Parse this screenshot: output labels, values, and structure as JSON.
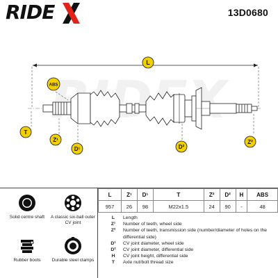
{
  "brand": {
    "name": "RIDE"
  },
  "part_number": "13D0680",
  "diagram": {
    "watermark": "RIDEX",
    "labels": {
      "L": "L",
      "ABS": "ABS",
      "T": "T",
      "Z1": "Z¹",
      "D1": "D¹",
      "D2": "D²",
      "Z2": "Z²"
    }
  },
  "features": [
    {
      "label": "Solid centre shaft",
      "icon": "solid-shaft-icon"
    },
    {
      "label": "A classic six-ball outer CV joint",
      "icon": "six-ball-joint-icon"
    },
    {
      "label": "Rubber boots",
      "icon": "rubber-boot-icon"
    },
    {
      "label": "Durable steel clamps",
      "icon": "steel-clamp-icon"
    }
  ],
  "spec_table": {
    "headers": [
      "L",
      "Z¹",
      "D¹",
      "T",
      "Z²",
      "D²",
      "H",
      "ABS"
    ],
    "values": [
      "957",
      "26",
      "98",
      "M22x1.5",
      "24",
      "90",
      "-",
      "48"
    ]
  },
  "legend": [
    {
      "key": "L",
      "text": "Length"
    },
    {
      "key": "Z¹",
      "text": "Number of teeth, wheel side"
    },
    {
      "key": "Z²",
      "text": "Number of teeth, transmission side (number/diameter of holes on the differential side)"
    },
    {
      "key": "D¹",
      "text": "CV joint diameter, wheel side"
    },
    {
      "key": "D²",
      "text": "CV joint diameter, differential side"
    },
    {
      "key": "H",
      "text": "CV joint height, differential side"
    },
    {
      "key": "T",
      "text": "Axle nut/bolt thread size"
    }
  ],
  "colors": {
    "accent": "#e2231a",
    "marker": "#f2d000",
    "ink": "#111111"
  }
}
